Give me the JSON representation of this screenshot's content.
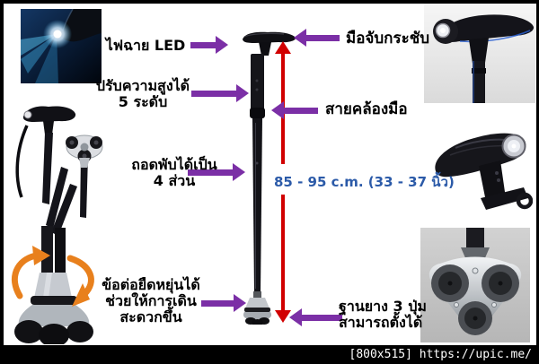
{
  "colors": {
    "background": "#ffffff",
    "frame": "#000000",
    "annotation_arrow_purple": "#7b2fa6",
    "measure_arrow_red": "#d10000",
    "measure_text_blue": "#2b5aa8",
    "label_text": "#000000",
    "rotation_arrow_orange": "#e8801d",
    "watermark_bg": "#000000",
    "watermark_text": "#ffffff"
  },
  "annotations": {
    "led": {
      "label": "ไฟฉาย LED"
    },
    "height_adjust": {
      "line1": "ปรับความสูงได้",
      "line2": "5 ระดับ"
    },
    "foldable": {
      "line1": "ถอดพับได้เป็น",
      "line2": "4 ส่วน"
    },
    "flex_joint": {
      "line1": "ข้อต่อยืดหยุ่นได้",
      "line2": "ช่วยให้การเดิน",
      "line3": "สะดวกขึ้น"
    },
    "grip": {
      "label": "มือจับกระชับ"
    },
    "strap": {
      "label": "สายคล้องมือ"
    },
    "rubber_base": {
      "line1": "ฐานยาง 3 ปุ่ม",
      "line2": "สามารถตั้งได้"
    },
    "height_range": {
      "label": "85 - 95 c.m. (33 - 37 นิ้ว)"
    }
  },
  "watermark": {
    "label": "[800x515] https://upic.me/"
  }
}
